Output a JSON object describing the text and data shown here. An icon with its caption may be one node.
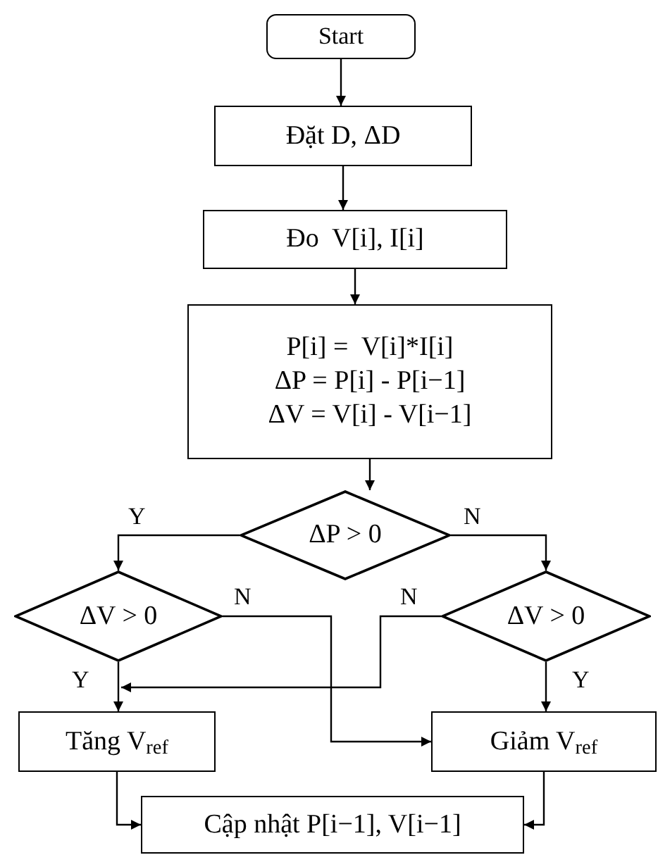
{
  "diagram": {
    "nodes": [
      {
        "text": [
          "Start"
        ]
      },
      {
        "text": [
          "Đặt D, ΔD"
        ]
      },
      {
        "text": [
          "Đo  V[i], I[i]"
        ]
      },
      {
        "text": [
          "P[i] =  V[i]*I[i]",
          "ΔP = P[i] - P[i−1]",
          "ΔV = V[i] - V[i−1]"
        ]
      },
      {
        "text": [
          "ΔP > 0"
        ]
      },
      {
        "text": [
          "ΔV > 0"
        ]
      },
      {
        "text": [
          "ΔV > 0"
        ]
      },
      {
        "text": [
          "Tăng V$_{ref}$"
        ]
      },
      {
        "text": [
          "Giảm V$_{ref}$"
        ]
      },
      {
        "text": [
          "Cập nhật P[i−1], V[i−1]"
        ]
      }
    ],
    "edges": [
      {
        "from": 0,
        "to": 1,
        "arrow": "to"
      },
      {
        "from": 1,
        "to": 2,
        "arrow": "to"
      },
      {
        "from": 2,
        "to": 3,
        "arrow": "to"
      },
      {
        "from": 3,
        "to": 4,
        "arrow": "to"
      },
      {
        "from": 4,
        "to": 5,
        "arrow": "to",
        "label": "Y"
      },
      {
        "from": 4,
        "to": 6,
        "arrow": "to",
        "label": "N"
      },
      {
        "from": 5,
        "to": 7,
        "arrow": "to",
        "label": "Y"
      },
      {
        "from": 5,
        "to": 8,
        "arrow": "to",
        "label": "N"
      },
      {
        "from": 6,
        "to": 7,
        "arrow": "to",
        "label": "N"
      },
      {
        "from": 6,
        "to": 8,
        "arrow": "to",
        "label": "Y"
      },
      {
        "from": 7,
        "to": 9,
        "arrow": "to"
      },
      {
        "from": 8,
        "to": 9,
        "arrow": "to"
      }
    ]
  }
}
